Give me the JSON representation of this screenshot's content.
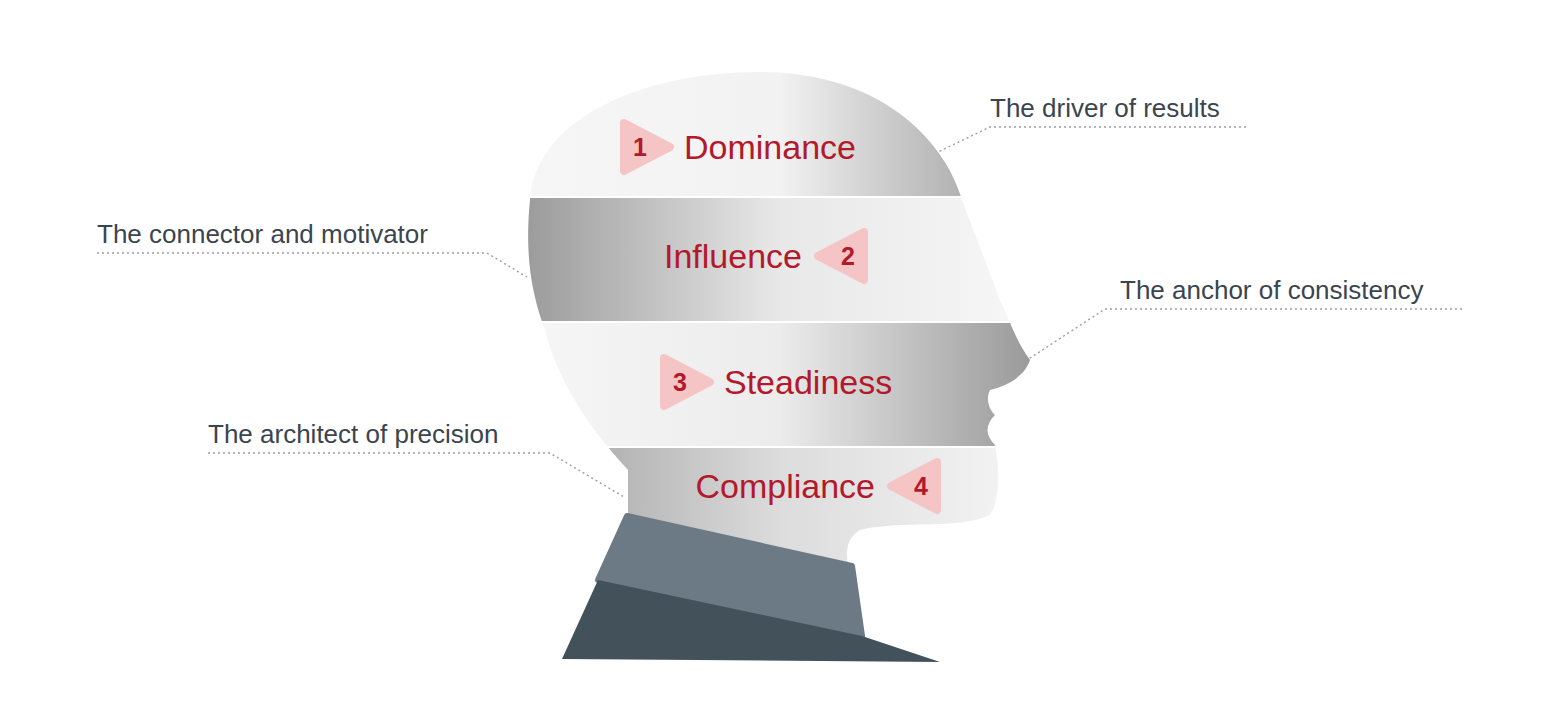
{
  "diagram": {
    "nodes": [
      {
        "text": [
          "1",
          "Dominance"
        ]
      },
      {
        "text": [
          "2",
          "Influence"
        ]
      },
      {
        "text": [
          "3",
          "Steadiness"
        ]
      },
      {
        "text": [
          "4",
          "Compliance"
        ]
      }
    ],
    "labels": [
      "The driver of results",
      "The connector and motivator",
      "The anchor of consistency",
      "The architect of precision"
    ]
  }
}
